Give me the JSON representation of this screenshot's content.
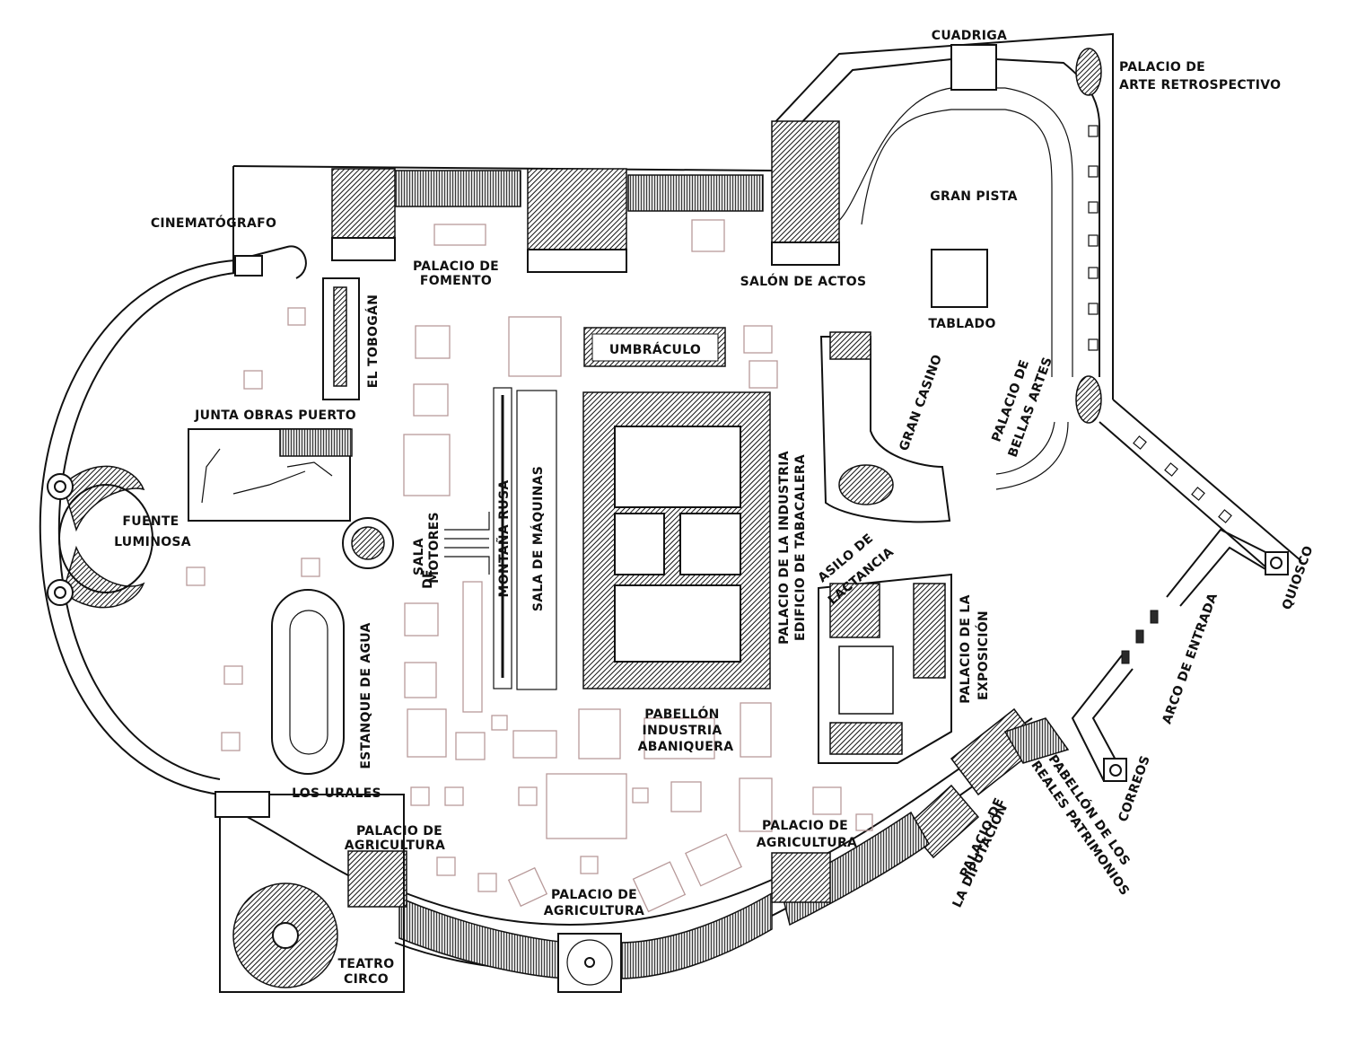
{
  "labels": {
    "cuadriga": "CUADRIGA",
    "palacio_arte_retro_1": "PALACIO DE",
    "palacio_arte_retro_2": "ARTE RETROSPECTIVO",
    "gran_pista": "GRAN PISTA",
    "cinematografo": "CINEMATÓGRAFO",
    "palacio_fomento_1": "PALACIO DE",
    "palacio_fomento_2": "FOMENTO",
    "salon_actos": "SALÓN DE ACTOS",
    "tablado": "TABLADO",
    "umbraculo": "UMBRÁCULO",
    "el_tobogan": "EL TOBOGÁN",
    "gran_casino": "GRAN CASINO",
    "bellas_artes_1": "PALACIO DE",
    "bellas_artes_2": "BELLAS ARTES",
    "junta_obras": "JUNTA OBRAS PUERTO",
    "fuente_1": "FUENTE",
    "fuente_2": "LUMINOSA",
    "sala_motores_1": "SALA",
    "sala_motores_2": "DE",
    "sala_motores_3": "MOTORES",
    "montana_rusa": "MONTAÑA RUSA",
    "sala_maquinas": "SALA DE MÁQUINAS",
    "industria_1": "PALACIO DE LA INDUSTRIA",
    "industria_2": "EDIFICIO DE TABACALERA",
    "asilo_1": "ASILO DE",
    "asilo_2": "LACTANCIA",
    "palacio_exposicion_1": "PALACIO DE LA",
    "palacio_exposicion_2": "EXPOSICIÓN",
    "quiosco": "QUIOSCO",
    "arco_entrada": "ARCO DE ENTRADA",
    "estanque": "ESTANQUE DE AGUA",
    "pabellon_abaniquera_1": "PABELLÓN",
    "pabellon_abaniquera_2": "INDUSTRIA",
    "pabellon_abaniquera_3": "ABANIQUERA",
    "los_urales": "LOS URALES",
    "correos": "CORREOS",
    "agricultura_left_1": "PALACIO DE",
    "agricultura_left_2": "AGRICULTURA",
    "agricultura_right_1": "PALACIO DE",
    "agricultura_right_2": "AGRICULTURA",
    "agricultura_center_1": "PALACIO DE",
    "agricultura_center_2": "AGRICULTURA",
    "diputacion_1": "PALACIO DE",
    "diputacion_2": "LA DIPUTACIÓN",
    "reales_1": "PABELLÓN DE LOS",
    "reales_2": "REALES PATRIMONIOS",
    "teatro_1": "TEATRO",
    "teatro_2": "CIRCO"
  },
  "colors": {
    "ink": "#111111",
    "placeholder_outline": "#b89a9a",
    "background": "#ffffff"
  }
}
